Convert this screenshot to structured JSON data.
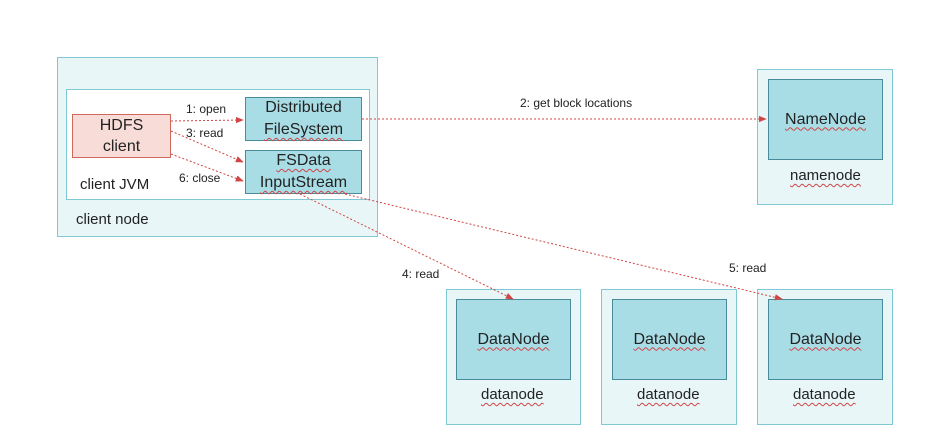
{
  "client_node": {
    "label": "client node"
  },
  "client_jvm": {
    "label": "client JVM"
  },
  "hdfs_client": {
    "line1": "HDFS",
    "line2": "client"
  },
  "distributed_fs": {
    "line1": "Distributed",
    "line2": "FileSystem"
  },
  "fsdata_stream": {
    "line1": "FSData",
    "line2": "InputStream"
  },
  "namenode": {
    "label": "NameNode",
    "host": "namenode"
  },
  "datanodes": [
    {
      "label": "DataNode",
      "host": "datanode"
    },
    {
      "label": "DataNode",
      "host": "datanode"
    },
    {
      "label": "DataNode",
      "host": "datanode"
    }
  ],
  "steps": {
    "open": "1: open",
    "get_block_locations": "2: get block locations",
    "read_stream": "3: read",
    "read_dn1": "4: read",
    "read_dn3": "5: read",
    "close": "6: close"
  },
  "colors": {
    "arrow": "#d04545",
    "node_bg": "#e8f6f8",
    "component": "#a9dde6",
    "client": "#f8dcd8"
  }
}
